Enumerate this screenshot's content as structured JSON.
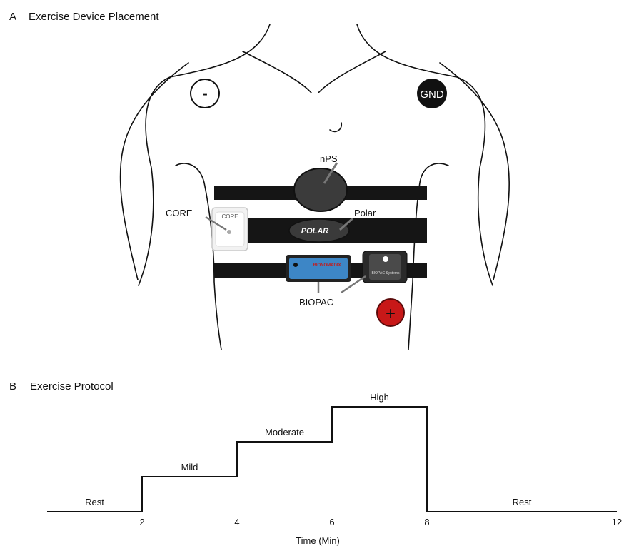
{
  "panel_a": {
    "letter": "A",
    "title": "Exercise Device Placement",
    "electrodes": {
      "negative": "-",
      "ground": "GND",
      "positive": "+"
    },
    "labels": {
      "nps": "nPS",
      "polar": "Polar",
      "core": "CORE",
      "biopac": "BIOPAC"
    },
    "device_text": {
      "polar_logo": "POLAR",
      "core_logo": "CORE",
      "biopac_brand": "BIONOMADIX",
      "biopac_systems": "BIOPAC Systems"
    }
  },
  "panel_b": {
    "letter": "B",
    "title": "Exercise Protocol",
    "xlabel": "Time (Min)"
  },
  "chart_data": {
    "type": "line",
    "title": "Exercise Protocol",
    "xlabel": "Time (Min)",
    "ylabel": "",
    "xlim": [
      0,
      12
    ],
    "x_ticks": [
      2,
      4,
      6,
      8,
      12
    ],
    "x_tick_labels": [
      "2",
      "4",
      "6",
      "8",
      "12"
    ],
    "ylim": [
      0,
      4
    ],
    "stages": [
      {
        "label": "Rest",
        "start": 0,
        "end": 2,
        "level": 0
      },
      {
        "label": "Mild",
        "start": 2,
        "end": 4,
        "level": 1
      },
      {
        "label": "Moderate",
        "start": 4,
        "end": 6,
        "level": 2
      },
      {
        "label": "High",
        "start": 6,
        "end": 8,
        "level": 3
      },
      {
        "label": "Rest",
        "start": 8,
        "end": 12,
        "level": 0
      }
    ]
  },
  "colors": {
    "outline": "#111111",
    "strap": "#151515",
    "positive_electrode": "#c81818",
    "ground_electrode": "#111111",
    "biopac_blue": "#3d86c6"
  }
}
